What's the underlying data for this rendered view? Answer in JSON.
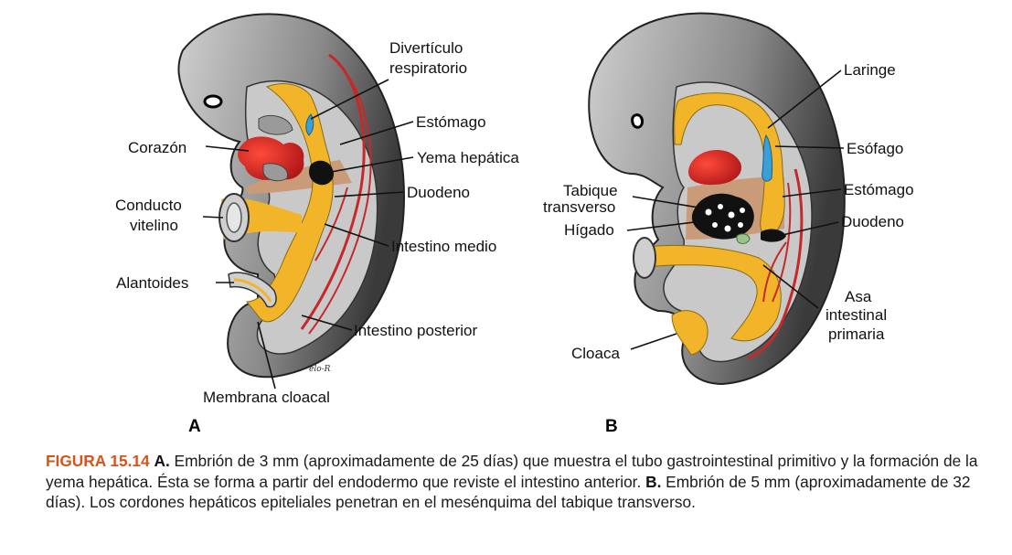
{
  "panel_a": {
    "letter": "A",
    "labels": {
      "diverticulo_1": "Divertículo",
      "diverticulo_2": "respiratorio",
      "estomago": "Estómago",
      "corazon": "Corazón",
      "yema_hepatica": "Yema hepática",
      "conducto_1": "Conducto",
      "conducto_2": "vitelino",
      "duodeno": "Duodeno",
      "intestino_medio": "Intestino medio",
      "alantoides": "Alantoides",
      "intestino_posterior": "Intestino posterior",
      "membrana_cloacal": "Membrana cloacal"
    },
    "signature": "elo-R"
  },
  "panel_b": {
    "letter": "B",
    "labels": {
      "laringe": "Laringe",
      "esofago": "Esófago",
      "tabique_1": "Tabique",
      "tabique_2": "transverso",
      "estomago": "Estómago",
      "higado": "Hígado",
      "duodeno": "Duodeno",
      "asa_1": "Asa",
      "asa_2": "intestinal",
      "asa_3": "primaria",
      "cloaca": "Cloaca"
    }
  },
  "caption": {
    "figure_label": "FIGURA 15.14",
    "a_marker": "A.",
    "a_text": " Embrión de 3 mm (aproximadamente de 25 días) que muestra el tubo gastrointestinal primitivo y la formación de la yema hepática. Ésta se forma a partir del endodermo que reviste el intestino anterior.",
    "b_marker": "B.",
    "b_text": " Embrión de 5 mm (aproximadamente de 32 días). Los cordones hepáticos epiteliales penetran en el mesénquima del tabique transverso."
  },
  "colors": {
    "embryo_dark": "#404040",
    "embryo_mid": "#8f8f8f",
    "embryo_light": "#d6d6d6",
    "gut_yellow": "#f2b52a",
    "vessel_red": "#c42a2a",
    "heart_red": "#d72a2a",
    "septum_tan": "#c99b78",
    "respiratory_blue": "#3a9fd6",
    "caption_accent": "#d4541c"
  }
}
